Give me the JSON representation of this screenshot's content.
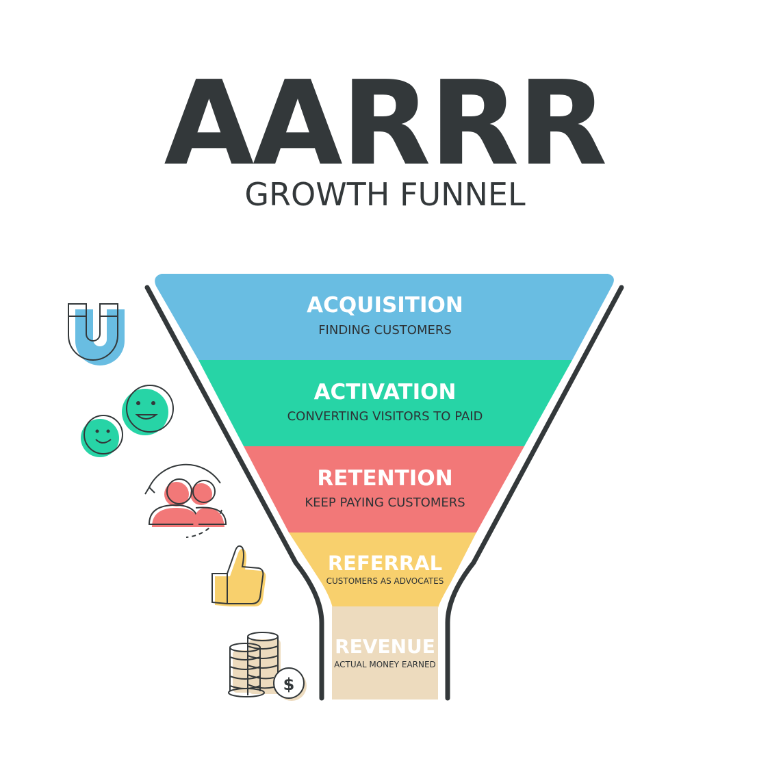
{
  "title": "AARRR",
  "subtitle": "GROWTH FUNNEL",
  "stages": [
    {
      "name": "ACQUISITION",
      "desc": "FINDING CUSTOMERS",
      "color": "#69bde2",
      "icon": "magnet-icon"
    },
    {
      "name": "ACTIVATION",
      "desc": "CONVERTING VISITORS TO PAID",
      "color": "#27d4a6",
      "icon": "smiley-faces-icon"
    },
    {
      "name": "RETENTION",
      "desc": "KEEP PAYING CUSTOMERS",
      "color": "#f27878",
      "icon": "returning-users-icon"
    },
    {
      "name": "REFERRAL",
      "desc": "CUSTOMERS AS ADVOCATES",
      "color": "#f8d06d",
      "icon": "thumbs-up-icon"
    },
    {
      "name": "REVENUE",
      "desc": "ACTUAL MONEY EARNED",
      "color": "#eddbbe",
      "icon": "coins-dollar-icon"
    }
  ],
  "colors": {
    "text_dark": "#33383a",
    "funnel_outline": "#33383a"
  }
}
